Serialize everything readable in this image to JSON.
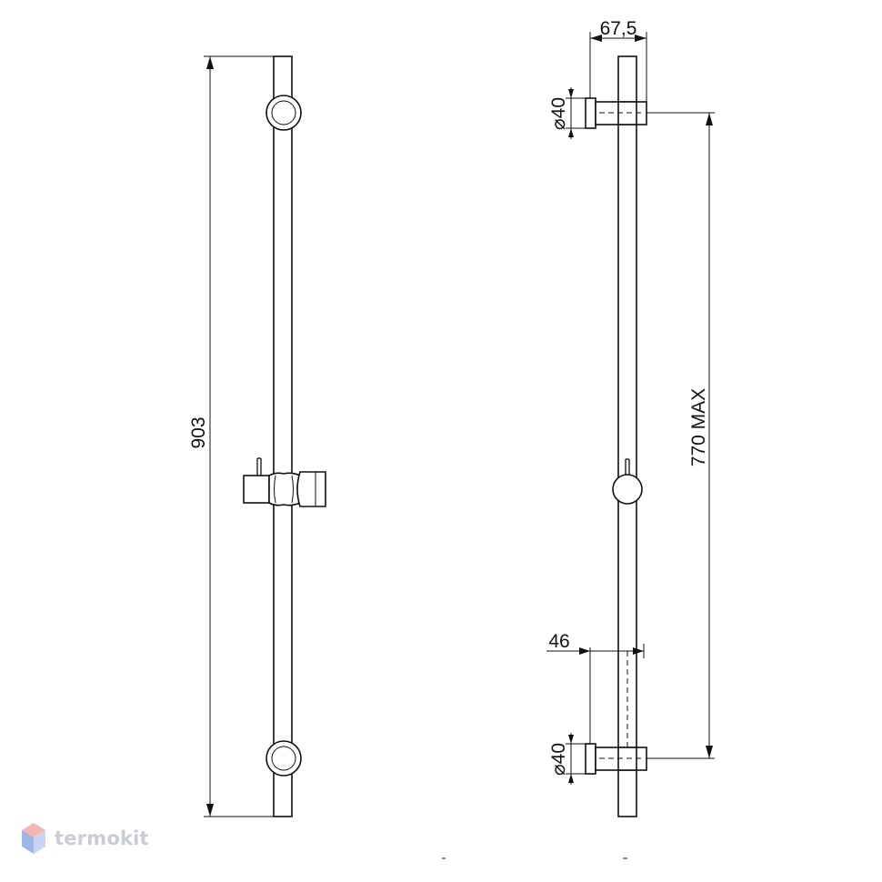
{
  "dimensions": {
    "total_length": "903",
    "bracket_spacing": "67,5",
    "top_diameter": "40",
    "bottom_diameter": "40",
    "bracket_depth": "46",
    "max_span": "770 MAX",
    "diameter_symbol": "⌀"
  },
  "watermark": {
    "text": "termokit",
    "icon": "hexagon-cube-icon",
    "colors": {
      "text": "#c9ccd3",
      "cube_top": "#f2b6b6",
      "cube_left": "#9fb7e6",
      "cube_right": "#c7d4f2"
    }
  }
}
